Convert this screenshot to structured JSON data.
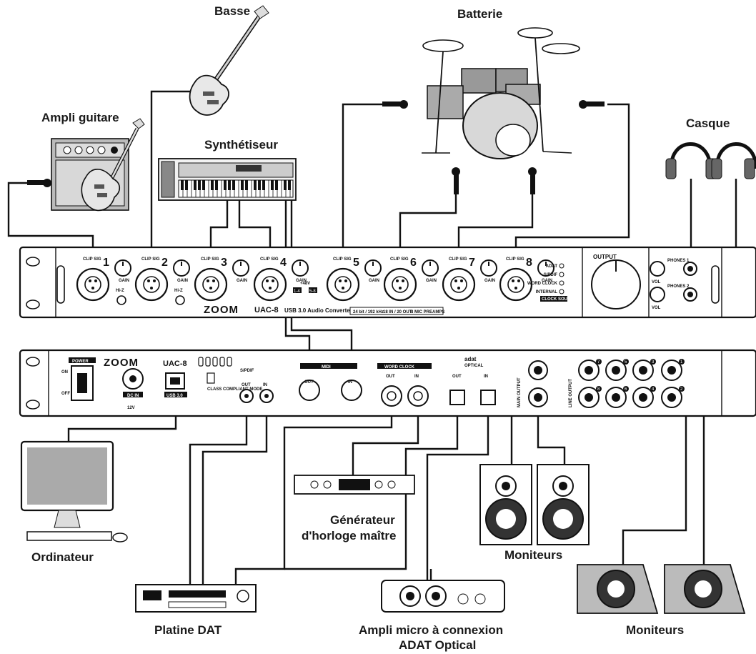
{
  "labels": {
    "bass": "Basse",
    "drums": "Batterie",
    "guitar_amp": "Ampli guitare",
    "synth": "Synthétiseur",
    "headphones": "Casque",
    "computer": "Ordinateur",
    "clock_gen_line1": "Générateur",
    "clock_gen_line2": "d'horloge maître",
    "monitors_small": "Moniteurs",
    "dat": "Platine DAT",
    "adat_line1": "Ampli micro à connexion",
    "adat_line2": "ADAT Optical",
    "monitors_large": "Moniteurs"
  },
  "front_panel": {
    "brand": "ZOOM",
    "model": "UAC-8",
    "subtitle": "USB 3.0  Audio Converter",
    "specs": [
      "24 bit / 192 kHz",
      "18 IN / 20 OUT",
      "8 MIC PREAMPS"
    ],
    "channels": [
      "1",
      "2",
      "3",
      "4",
      "5",
      "6",
      "7",
      "8"
    ],
    "clip_sig": "CLIP\nSIG",
    "gain": "GAIN",
    "hi_z": "Hi-Z",
    "phantom": "+48V",
    "phantom_groups": [
      "1-4",
      "5-8"
    ],
    "clock_sources": [
      "ADAT",
      "S/PDIF",
      "WORD CLOCK",
      "INTERNAL"
    ],
    "clock_source_label": "CLOCK SOURCE",
    "output": "OUTPUT",
    "phones": [
      "PHONES 1",
      "PHONES 2"
    ],
    "vol": "VOL"
  },
  "rear_panel": {
    "power": "POWER",
    "on": "ON",
    "off": "OFF",
    "dc_in": "DC IN",
    "dc_spec": "12V",
    "model": "UAC-8",
    "usb": "USB 3.0",
    "class_compliant": "CLASS COMPLIANT MODE",
    "spdif": "S/PDIF",
    "out": "OUT",
    "in": "IN",
    "midi": "MIDI",
    "word_clock": "WORD CLOCK",
    "adat": "adat",
    "optical": "OPTICAL",
    "main_output": "MAIN OUTPUT",
    "line_output": "LINE OUTPUT",
    "line_out_nums": [
      "7",
      "5",
      "3",
      "1",
      "8",
      "6",
      "4",
      "2"
    ]
  }
}
